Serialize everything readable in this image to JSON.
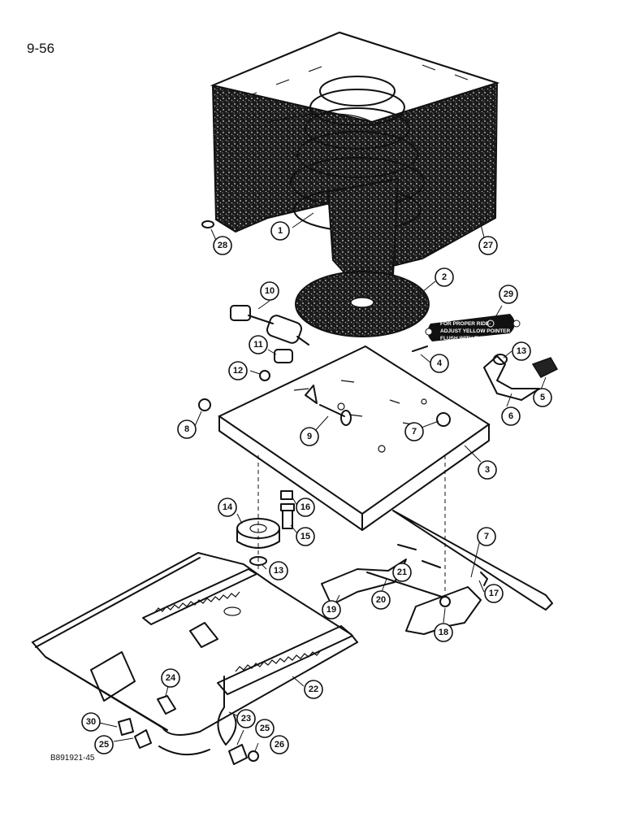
{
  "page_number": "9-56",
  "figure_code": "B891921-45",
  "decal_text": [
    "FOR PROPER RIDE-",
    "ADJUST YELLOW POINTER",
    "FLUSH WITH TUBE WHILE SEATED"
  ],
  "callouts": [
    "1",
    "2",
    "3",
    "4",
    "5",
    "6",
    "7",
    "7",
    "8",
    "9",
    "10",
    "11",
    "12",
    "13",
    "13",
    "14",
    "15",
    "16",
    "17",
    "18",
    "19",
    "20",
    "21",
    "22",
    "23",
    "24",
    "25",
    "25",
    "26",
    "27",
    "28",
    "29",
    "30"
  ]
}
